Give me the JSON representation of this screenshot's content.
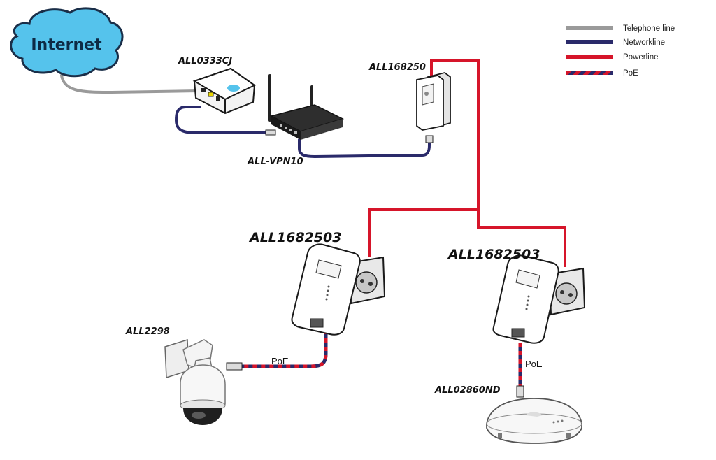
{
  "cloud": {
    "label": "Internet"
  },
  "devices": {
    "modem": "ALL0333CJ",
    "router": "ALL-VPN10",
    "powerline_base": "ALL168250",
    "powerline_left": "ALL1682503",
    "powerline_right": "ALL1682503",
    "camera": "ALL2298",
    "access_point": "ALL02860ND"
  },
  "poe_labels": {
    "camera_link": "PoE",
    "ap_link": "PoE"
  },
  "legend": [
    {
      "label": "Telephone line",
      "color": "#9a9a9a"
    },
    {
      "label": "Networkline",
      "color": "#2a2a6a"
    },
    {
      "label": "Powerline",
      "color": "#d6152a"
    },
    {
      "label": "PoE",
      "color": "#d6152a",
      "color2": "#2a2a6a"
    }
  ]
}
